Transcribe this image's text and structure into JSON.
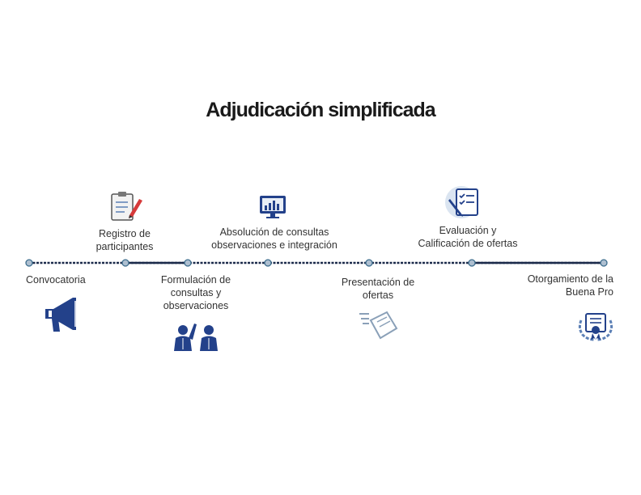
{
  "title": "Adjudicación simplificada",
  "colors": {
    "line": "#1b2a4a",
    "node_fill": "#aebfd0",
    "node_stroke": "#3e6e8e",
    "icon_dark": "#23418a",
    "icon_light": "#5b7fb5",
    "icon_gray": "#8aa0b8"
  },
  "steps": [
    {
      "id": "convocatoria",
      "lines": [
        "Convocatoria"
      ],
      "icon": "megaphone-icon"
    },
    {
      "id": "registro",
      "lines": [
        "Registro de",
        "participantes"
      ],
      "icon": "clipboard-pencil-icon"
    },
    {
      "id": "formulacion",
      "lines": [
        "Formulación de",
        "consultas y",
        "observaciones"
      ],
      "icon": "people-raising-hand-icon"
    },
    {
      "id": "absolucion",
      "lines": [
        "Absolución de consultas",
        "observaciones e integración"
      ],
      "icon": "monitor-chart-icon"
    },
    {
      "id": "presentacion",
      "lines": [
        "Presentación de",
        "ofertas"
      ],
      "icon": "document-send-icon"
    },
    {
      "id": "evaluacion",
      "lines": [
        "Evaluación y",
        "Calificación de ofertas"
      ],
      "icon": "checklist-pencil-icon"
    },
    {
      "id": "otorgamiento",
      "lines": [
        "Otorgamiento de la",
        "Buena Pro"
      ],
      "icon": "award-certificate-icon"
    }
  ]
}
